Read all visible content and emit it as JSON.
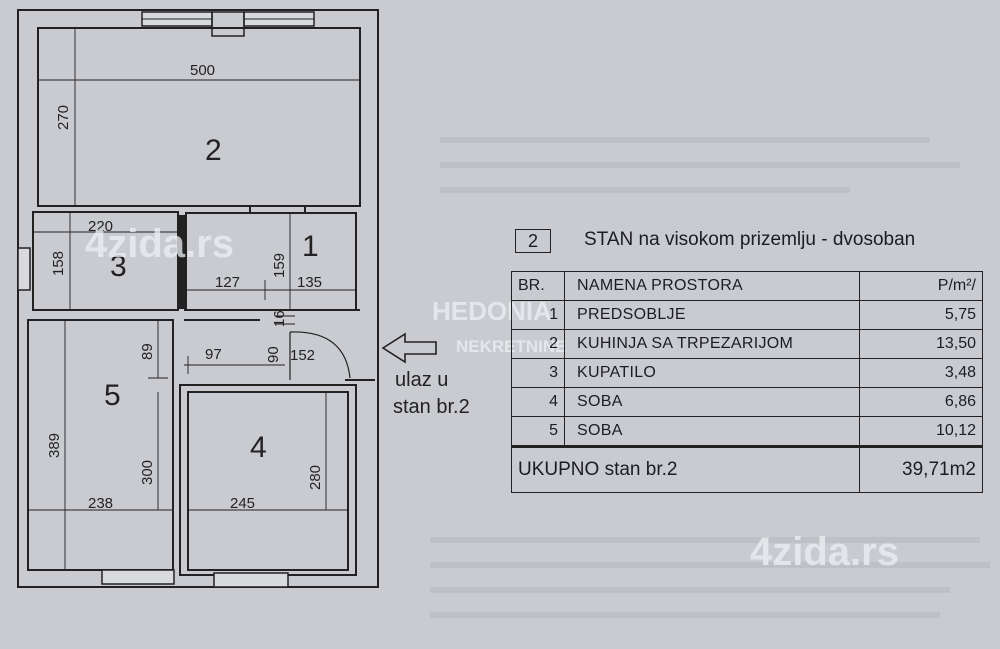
{
  "plan": {
    "rooms": [
      {
        "num": "1"
      },
      {
        "num": "2"
      },
      {
        "num": "3"
      },
      {
        "num": "4"
      },
      {
        "num": "5"
      }
    ],
    "dimensions": [
      "500",
      "270",
      "220",
      "158",
      "127",
      "159",
      "135",
      "16",
      "97",
      "90",
      "152",
      "89",
      "389",
      "300",
      "238",
      "245",
      "280"
    ],
    "entry_label_1": "ulaz u",
    "entry_label_2": "stan br.2"
  },
  "legend": {
    "flat_number": "2",
    "title": "STAN na visokom prizemlju - dvosoban",
    "header": {
      "br": "BR.",
      "name": "NAMENA PROSTORA",
      "area": "P/m²/"
    },
    "rows": [
      {
        "br": "1",
        "name": "PREDSOBLJE",
        "area": "5,75"
      },
      {
        "br": "2",
        "name": "KUHINJA SA TRPEZARIJOM",
        "area": "13,50"
      },
      {
        "br": "3",
        "name": "KUPATILO",
        "area": "3,48"
      },
      {
        "br": "4",
        "name": "SOBA",
        "area": "6,86"
      },
      {
        "br": "5",
        "name": "SOBA",
        "area": "10,12"
      }
    ],
    "total_label": "UKUPNO stan br.2",
    "total_value": "39,71m2"
  },
  "watermarks": {
    "brand_left": "4zida.rs",
    "brand_center": "HEDONIA",
    "brand_center_sub": "NEKRETNINE",
    "brand_right": "4zida.rs"
  }
}
